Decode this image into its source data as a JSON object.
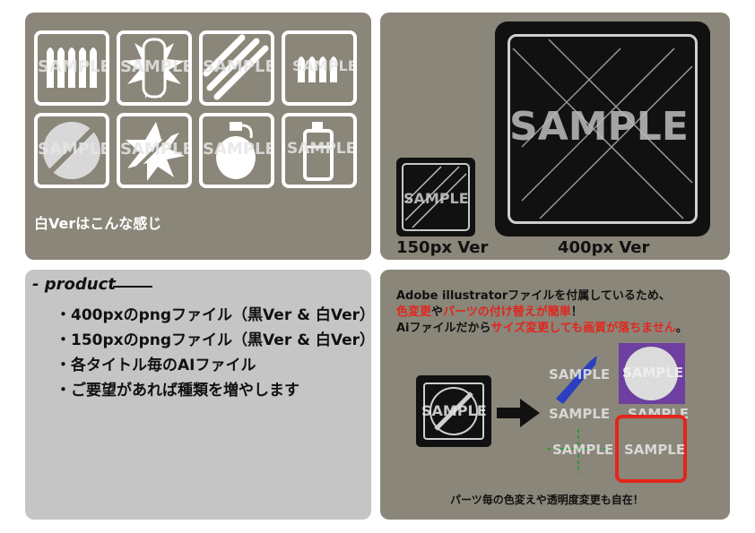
{
  "white_icons": {
    "caption": "白Verはこんな感じ",
    "sample_text": "SAMPLE",
    "icons": [
      "bullets-row-icon",
      "cartridge-burst-icon",
      "crossed-bullets-icon",
      "bullets-small-icon",
      "no-bullet-icon",
      "explosion-bullet-icon",
      "grenade-icon",
      "spray-can-icon"
    ]
  },
  "black_version": {
    "small_caption": "150px Ver",
    "large_caption": "400px Ver",
    "sample_text": "SAMPLE"
  },
  "product": {
    "title": "product",
    "features": [
      "・400pxのpngファイル（黒Ver & 白Ver）",
      "・150pxのpngファイル（黒Ver & 白Ver）",
      "・各タイトル毎のAIファイル",
      "・ご要望があれば種類を増やします"
    ]
  },
  "illustrator": {
    "line1": "Adobe illustratorファイルを付属しているため、",
    "line2_a": "色変更",
    "line2_b": "や",
    "line2_c": "パーツの付け替えが簡単",
    "line2_d": "！",
    "line3_a": "Aiファイルだから",
    "line3_b": "サイズ変更しても画質が落ちません",
    "line3_c": "。",
    "footer": "パーツ毎の色変えや透明度変更も自在！",
    "sample_text": "SAMPLE"
  },
  "colors": {
    "panel_bg": "#8a8679",
    "panel_light": "#c5c5c5",
    "accent_red": "#e2261d",
    "purple": "#6e3fa0",
    "blue": "#2b3fc0",
    "green": "#2e9a3c"
  }
}
